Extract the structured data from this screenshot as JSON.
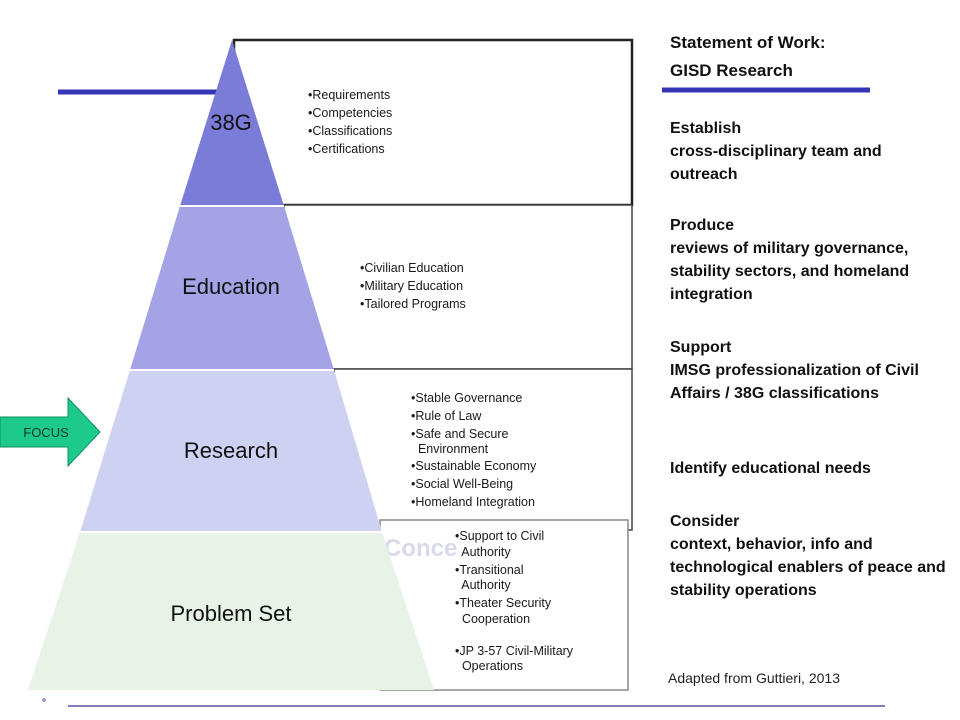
{
  "statement": {
    "title1": "Statement of Work:",
    "title2": "GISD Research",
    "items": [
      {
        "lead": "Establish",
        "rest": "cross-disciplinary team and outreach"
      },
      {
        "lead": "Produce",
        "rest": "reviews of military governance, stability sectors, and homeland integration"
      },
      {
        "lead": "Support",
        "rest": "IMSG professionalization of Civil Affairs / 38G classifications"
      },
      {
        "lead": "Identify",
        "rest": "educational needs"
      },
      {
        "lead": "Consider",
        "rest": "context, behavior, info and technological enablers of peace and stability operations"
      }
    ]
  },
  "credit": "Adapted from Guttieri, 2013",
  "pyramid": {
    "tiers": [
      {
        "label": "38G",
        "color": "#7b7bd8",
        "bullets": [
          "•Requirements",
          "•Competencies",
          "•Classifications",
          "•Certifications"
        ]
      },
      {
        "label": "Education",
        "color": "#a3a3e6",
        "bullets": [
          "•Civilian Education",
          "•Military Education",
          "•Tailored Programs"
        ]
      },
      {
        "label": "Research",
        "color": "#cfd1f2",
        "bullets": [
          "•Stable Governance",
          "•Rule of Law",
          "•Safe and Secure",
          "  Environment",
          "•Sustainable Economy",
          "•Social Well-Being",
          "•Homeland Integration"
        ]
      },
      {
        "label": "Problem Set",
        "color": "#e8f3e8",
        "bullets": [
          "•Support to Civil",
          "  Authority",
          "•Transitional",
          "  Authority",
          "•Theater Security",
          "  Cooperation",
          "•JP 3-57 Civil-Military",
          "  Operations"
        ]
      }
    ],
    "ghost_text": "Conce"
  },
  "focus_label": "FOCUS",
  "colors": {
    "accent_line": "#3535b5",
    "focus_arrow": "#1ec98c",
    "footer_line": "#5252a0"
  }
}
